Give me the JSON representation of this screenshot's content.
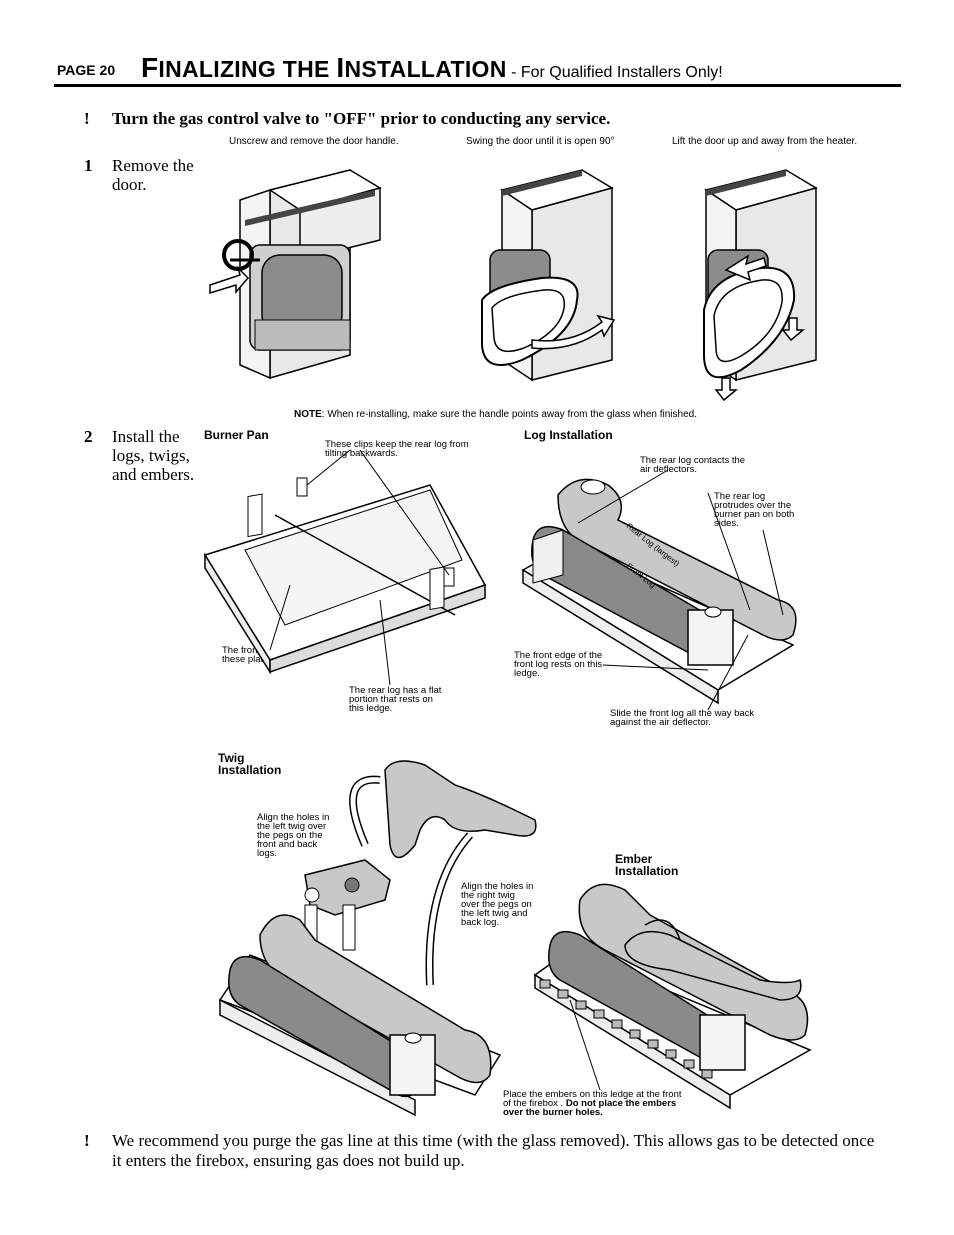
{
  "header": {
    "page_label": "PAGE 20",
    "title_first_cap": "F",
    "title_rest_1": "INALIZING THE ",
    "title_second_cap": "I",
    "title_rest_2": "NSTALLATION",
    "subtitle": " - For Qualified Installers Only!"
  },
  "warning": {
    "mark": "!",
    "text": "Turn the gas control valve to \"OFF\" prior to conducting any service."
  },
  "step1": {
    "number": "1",
    "text": "Remove the door.",
    "captions": [
      "Unscrew and remove the door handle.",
      "Swing the door until it is open 90°",
      "Lift the door up and away from the heater."
    ],
    "note_bold": "NOTE",
    "note_text": ": When re-installing, make sure the handle  points away from the glass when finished."
  },
  "step2": {
    "number": "2",
    "text": "Install the logs, twigs, and embers.",
    "burner_pan": {
      "title": "Burner Pan",
      "callouts": [
        "These clips keep the rear log from tilting backwards.",
        "The front log rests on these platforms.",
        "The rear log has a flat portion that rests on this ledge."
      ]
    },
    "log_installation": {
      "title": "Log Installation",
      "callouts": [
        "The rear log contacts the air deflectors.",
        "The rear log protrudes over the burner pan on both sides.",
        "The front edge of the front log rests on this ledge.",
        "Slide the front log all the way back against the air deflector."
      ],
      "log_labels": [
        "Rear Log (largest)",
        "Front Log"
      ]
    },
    "twig_installation": {
      "title": "Twig Installation",
      "callouts": [
        "Align the holes in the left twig over the pegs on the front and back logs.",
        "Align the holes in the right twig over the pegs on the left twig and back log."
      ]
    },
    "ember_installation": {
      "title": "Ember Installation",
      "callout_text": "Place the embers on this ledge at the front of the firebox .",
      "callout_bold": "Do not place the embers over the burner holes."
    }
  },
  "bottom": {
    "mark": "!",
    "text": "We recommend you purge the gas line at this time (with the glass removed).  This allows gas to be detected once it enters the firebox, ensuring gas does not build up."
  }
}
